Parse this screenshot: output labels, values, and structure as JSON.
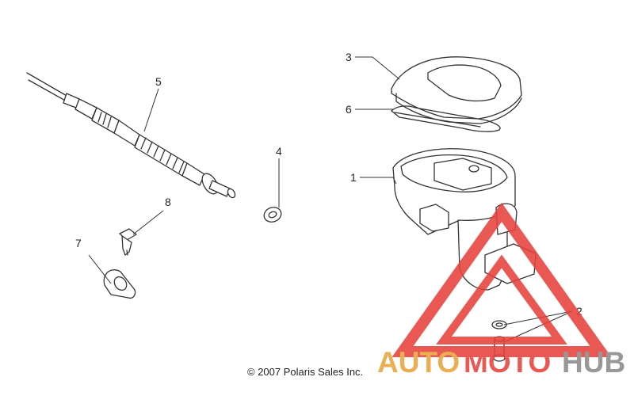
{
  "callouts": {
    "c1": "1",
    "c2": "2",
    "c3": "3",
    "c4": "4",
    "c5": "5",
    "c6": "6",
    "c7": "7",
    "c8": "8"
  },
  "copyright": "© 2007 Polaris Sales Inc.",
  "watermark": {
    "text_part1": "AUTO",
    "text_part2": "MOTO",
    "text_part3": "HUB",
    "color_gold": "#e8a33c",
    "color_red": "#e8413c",
    "color_gray": "#8a8a8a"
  }
}
